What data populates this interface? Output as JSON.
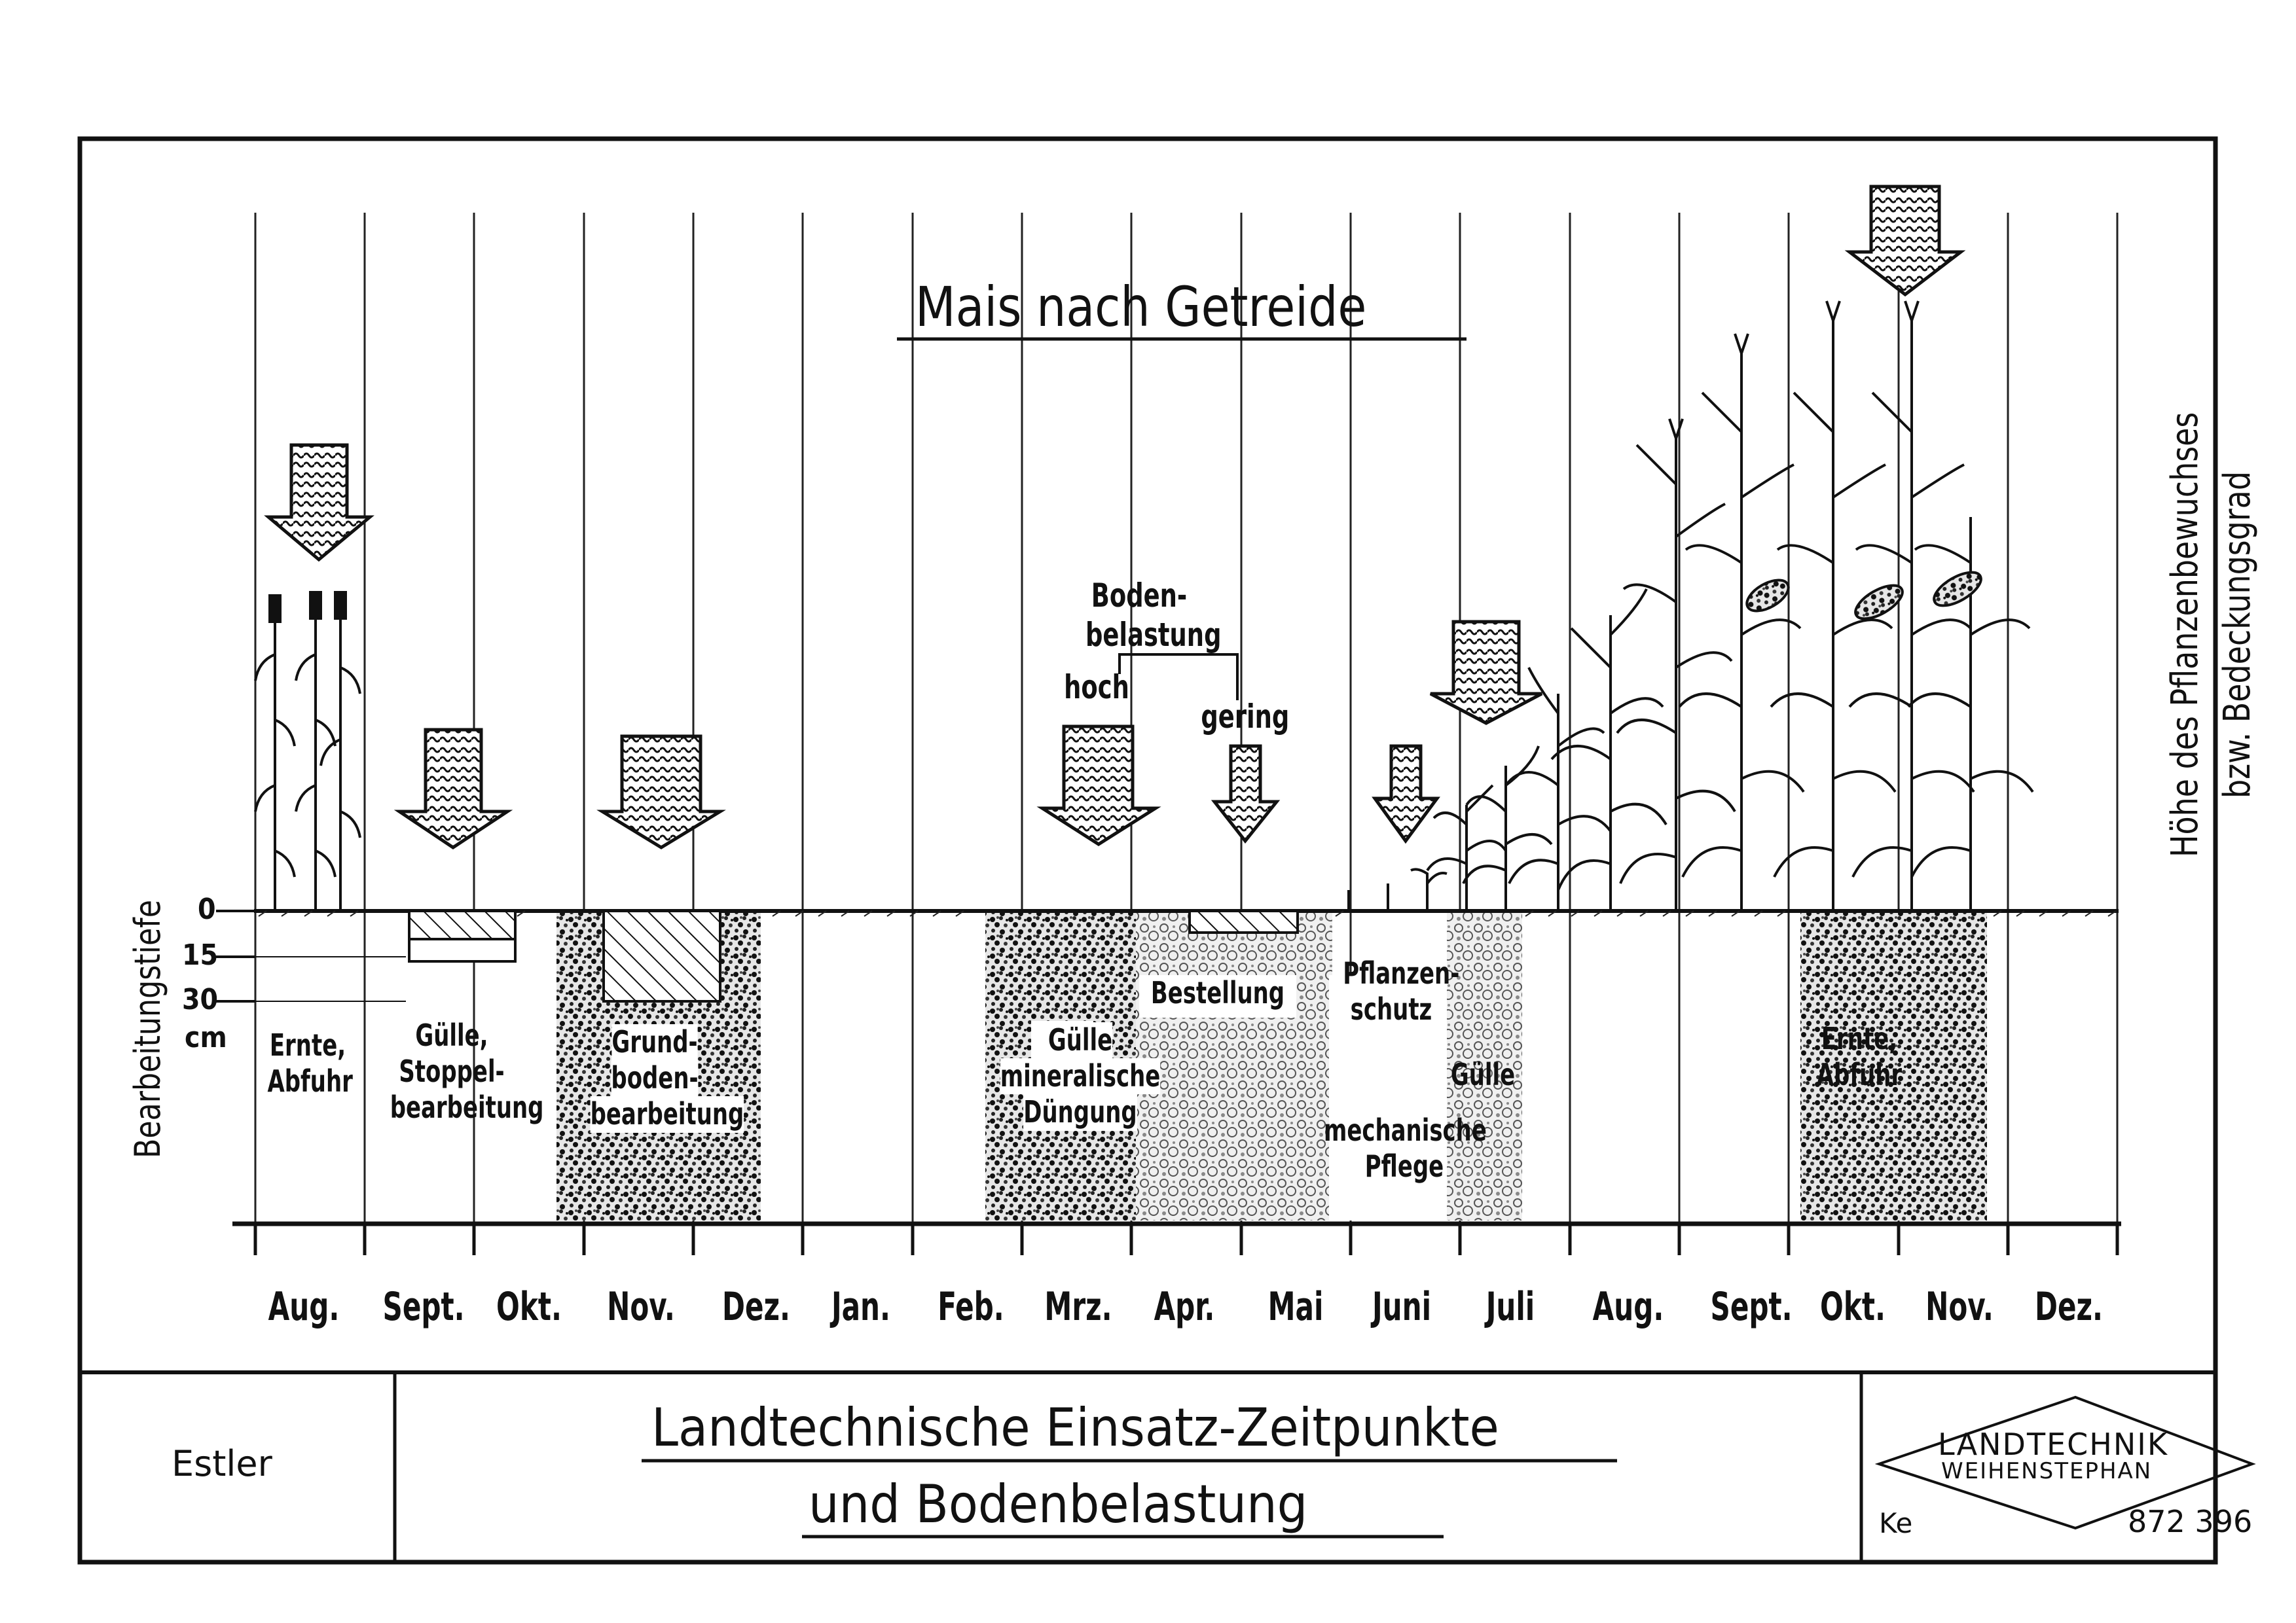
{
  "diagram": {
    "title": "Mais nach Getreide",
    "right_axis_label_line1": "Höhe des Pflanzenbewuchses",
    "right_axis_label_line2": "bzw. Bedeckungsgrad",
    "left_axis_label": "Bearbeitungstiefe",
    "depth_ticks": [
      "0",
      "15",
      "30",
      "cm"
    ],
    "months": [
      "Aug.",
      "Sept.",
      "Okt.",
      "Nov.",
      "Dez.",
      "Jan.",
      "Feb.",
      "Mrz.",
      "Apr.",
      "Mai",
      "Juni",
      "Juli",
      "Aug.",
      "Sept.",
      "Okt.",
      "Nov.",
      "Dez."
    ],
    "activities": [
      {
        "lines": [
          "Ernte,",
          "Abfuhr"
        ]
      },
      {
        "lines": [
          "Gülle,",
          "Stoppel-",
          "bearbeitung"
        ]
      },
      {
        "lines": [
          "Grund-",
          "boden-",
          "bearbeitung"
        ]
      },
      {
        "lines": [
          "Gülle",
          "mineralische",
          "Düngung"
        ]
      },
      {
        "lines": [
          "Bestellung"
        ]
      },
      {
        "lines": [
          "Pflanzen-",
          "schutz"
        ]
      },
      {
        "lines": [
          "Gülle"
        ]
      },
      {
        "lines": [
          "mechanische",
          "Pflege"
        ]
      },
      {
        "lines": [
          "Ernte,",
          "Abfuhr"
        ]
      }
    ],
    "soil_load_legend": {
      "title_line1": "Boden-",
      "title_line2": "belastung",
      "high": "hoch",
      "low": "gering"
    }
  },
  "title_block": {
    "author": "Estler",
    "title_line1": "Landtechnische Einsatz-Zeitpunkte",
    "title_line2": "und Bodenbelastung",
    "logo_line1": "LANDTECHNIK",
    "logo_line2": "WEIHENSTEPHAN",
    "initials": "Ke",
    "drawing_number": "872 396"
  }
}
